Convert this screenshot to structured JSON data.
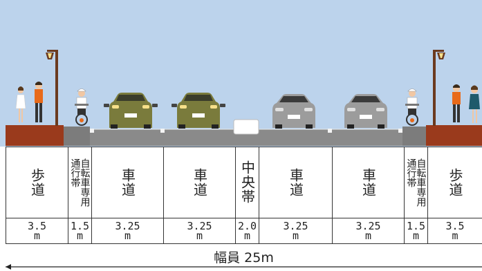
{
  "diagram": {
    "colors": {
      "sky": "#bcd3ec",
      "sidewalk": "#9a3a1c",
      "carriageway": "#8a8a8a",
      "car_olive": "#7a7b3c",
      "car_silver": "#9c9c9c",
      "median": "#ffffff"
    },
    "lanes": [
      {
        "name": "歩道",
        "name_lines": [
          "歩道"
        ],
        "width": "3.5",
        "unit": "m",
        "icons": [
          "pedestrian-icon"
        ]
      },
      {
        "name": "自転車専用通行帯",
        "name_lines": [
          "自転車専用",
          "通行帯"
        ],
        "width": "1.5",
        "unit": "m",
        "icons": [
          "cyclist-icon"
        ]
      },
      {
        "name": "車道",
        "name_lines": [
          "車道"
        ],
        "width": "3.25",
        "unit": "m",
        "icons": [
          "car-icon"
        ]
      },
      {
        "name": "車道",
        "name_lines": [
          "車道"
        ],
        "width": "3.25",
        "unit": "m",
        "icons": [
          "car-icon"
        ]
      },
      {
        "name": "中央帯",
        "name_lines": [
          "中央帯"
        ],
        "width": "2.0",
        "unit": "m",
        "icons": [
          "median-block-icon"
        ]
      },
      {
        "name": "車道",
        "name_lines": [
          "車道"
        ],
        "width": "3.25",
        "unit": "m",
        "icons": [
          "car-icon"
        ]
      },
      {
        "name": "車道",
        "name_lines": [
          "車道"
        ],
        "width": "3.25",
        "unit": "m",
        "icons": [
          "car-icon"
        ]
      },
      {
        "name": "自転車専用通行帯",
        "name_lines": [
          "自転車専用",
          "通行帯"
        ],
        "width": "1.5",
        "unit": "m",
        "icons": [
          "cyclist-icon"
        ]
      },
      {
        "name": "歩道",
        "name_lines": [
          "歩道"
        ],
        "width": "3.5",
        "unit": "m",
        "icons": [
          "pedestrian-icon"
        ]
      }
    ],
    "total_label": "幅員 25m"
  }
}
